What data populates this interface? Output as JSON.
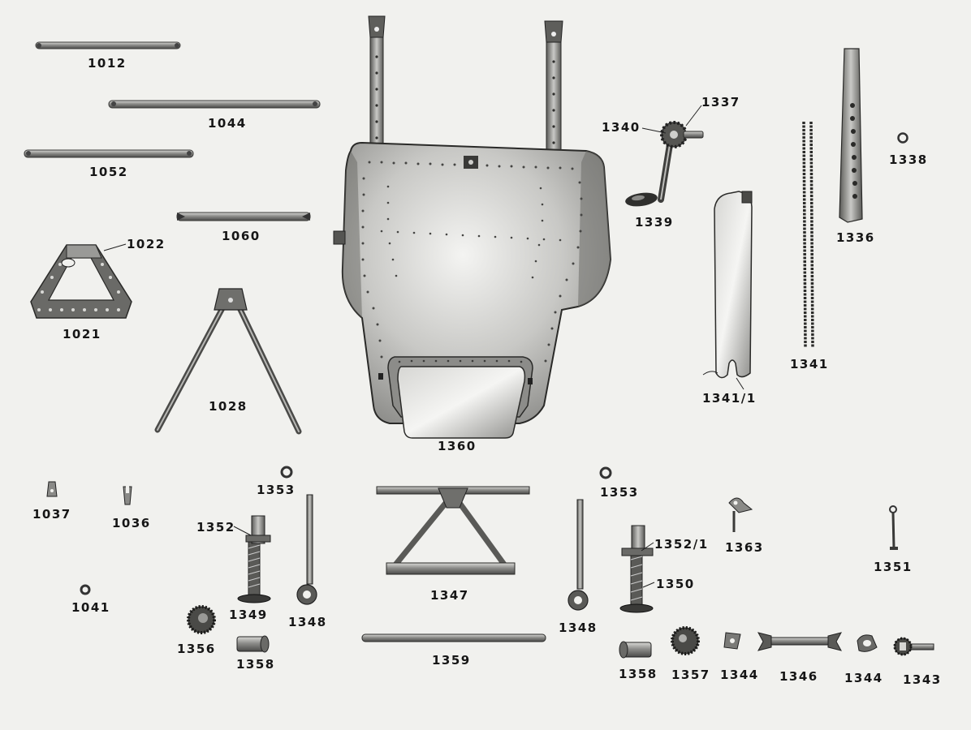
{
  "parts": [
    {
      "key": "p1012",
      "number": "1012"
    },
    {
      "key": "p1044",
      "number": "1044"
    },
    {
      "key": "p1052",
      "number": "1052"
    },
    {
      "key": "p1060",
      "number": "1060"
    },
    {
      "key": "p1022",
      "number": "1022"
    },
    {
      "key": "p1021",
      "number": "1021"
    },
    {
      "key": "p1028",
      "number": "1028"
    },
    {
      "key": "p1360",
      "number": "1360"
    },
    {
      "key": "p1340",
      "number": "1340"
    },
    {
      "key": "p1337",
      "number": "1337"
    },
    {
      "key": "p1339",
      "number": "1339"
    },
    {
      "key": "p1341_1",
      "number": "1341/1"
    },
    {
      "key": "p1341",
      "number": "1341"
    },
    {
      "key": "p1336",
      "number": "1336"
    },
    {
      "key": "p1338",
      "number": "1338"
    },
    {
      "key": "p1037",
      "number": "1037"
    },
    {
      "key": "p1036",
      "number": "1036"
    },
    {
      "key": "p1041",
      "number": "1041"
    },
    {
      "key": "p1353a",
      "number": "1353"
    },
    {
      "key": "p1352",
      "number": "1352"
    },
    {
      "key": "p1349",
      "number": "1349"
    },
    {
      "key": "p1348a",
      "number": "1348"
    },
    {
      "key": "p1356",
      "number": "1356"
    },
    {
      "key": "p1358a",
      "number": "1358"
    },
    {
      "key": "p1347",
      "number": "1347"
    },
    {
      "key": "p1359",
      "number": "1359"
    },
    {
      "key": "p1353b",
      "number": "1353"
    },
    {
      "key": "p1348b",
      "number": "1348"
    },
    {
      "key": "p1352_1",
      "number": "1352/1"
    },
    {
      "key": "p1350",
      "number": "1350"
    },
    {
      "key": "p1363",
      "number": "1363"
    },
    {
      "key": "p1351",
      "number": "1351"
    },
    {
      "key": "p1358b",
      "number": "1358"
    },
    {
      "key": "p1357",
      "number": "1357"
    },
    {
      "key": "p1344a",
      "number": "1344"
    },
    {
      "key": "p1346",
      "number": "1346"
    },
    {
      "key": "p1344b",
      "number": "1344"
    },
    {
      "key": "p1343",
      "number": "1343"
    }
  ]
}
